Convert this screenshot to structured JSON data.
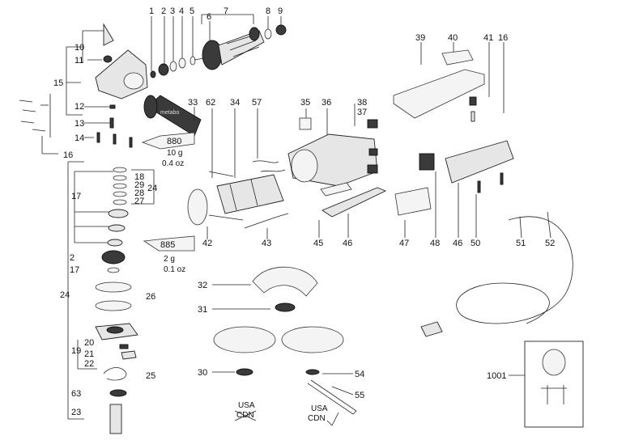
{
  "part_numbers": {
    "p1": "1",
    "p2": "2",
    "p3": "3",
    "p4": "4",
    "p5": "5",
    "p6": "6",
    "p7": "7",
    "p8": "8",
    "p9": "9",
    "p10": "10",
    "p11": "11",
    "p12": "12",
    "p13": "13",
    "p14": "14",
    "p15": "15",
    "p16a": "16",
    "p16b": "16",
    "p17a": "17",
    "p17b": "17",
    "p18": "18",
    "p29": "29",
    "p28": "28",
    "p27": "27",
    "p24a": "24",
    "p24b": "24",
    "p2b": "2",
    "p26": "26",
    "p20": "20",
    "p21": "21",
    "p22": "22",
    "p19": "19",
    "p25": "25",
    "p63": "63",
    "p23": "23",
    "p33": "33",
    "p62": "62",
    "p34": "34",
    "p57": "57",
    "p42": "42",
    "p43": "43",
    "p35": "35",
    "p36": "36",
    "p38": "38",
    "p37": "37",
    "p45": "45",
    "p46a": "46",
    "p39": "39",
    "p40": "40",
    "p41": "41",
    "p47": "47",
    "p48": "48",
    "p46b": "46",
    "p50": "50",
    "p51": "51",
    "p52": "52",
    "p32": "32",
    "p31": "31",
    "p30": "30",
    "p54": "54",
    "p55": "55",
    "p1001": "1001"
  },
  "tube_labels": {
    "tube1": "880",
    "tube2": "885"
  },
  "grease_notes": {
    "note1a": "10 g",
    "note1b": "0.4 oz",
    "note2a": "2 g",
    "note2b": "0.1 oz"
  },
  "region_marks": {
    "left_a": "USA",
    "left_b": "CDN",
    "right_a": "USA",
    "right_b": "CDN"
  },
  "handle_brand": "metabo"
}
